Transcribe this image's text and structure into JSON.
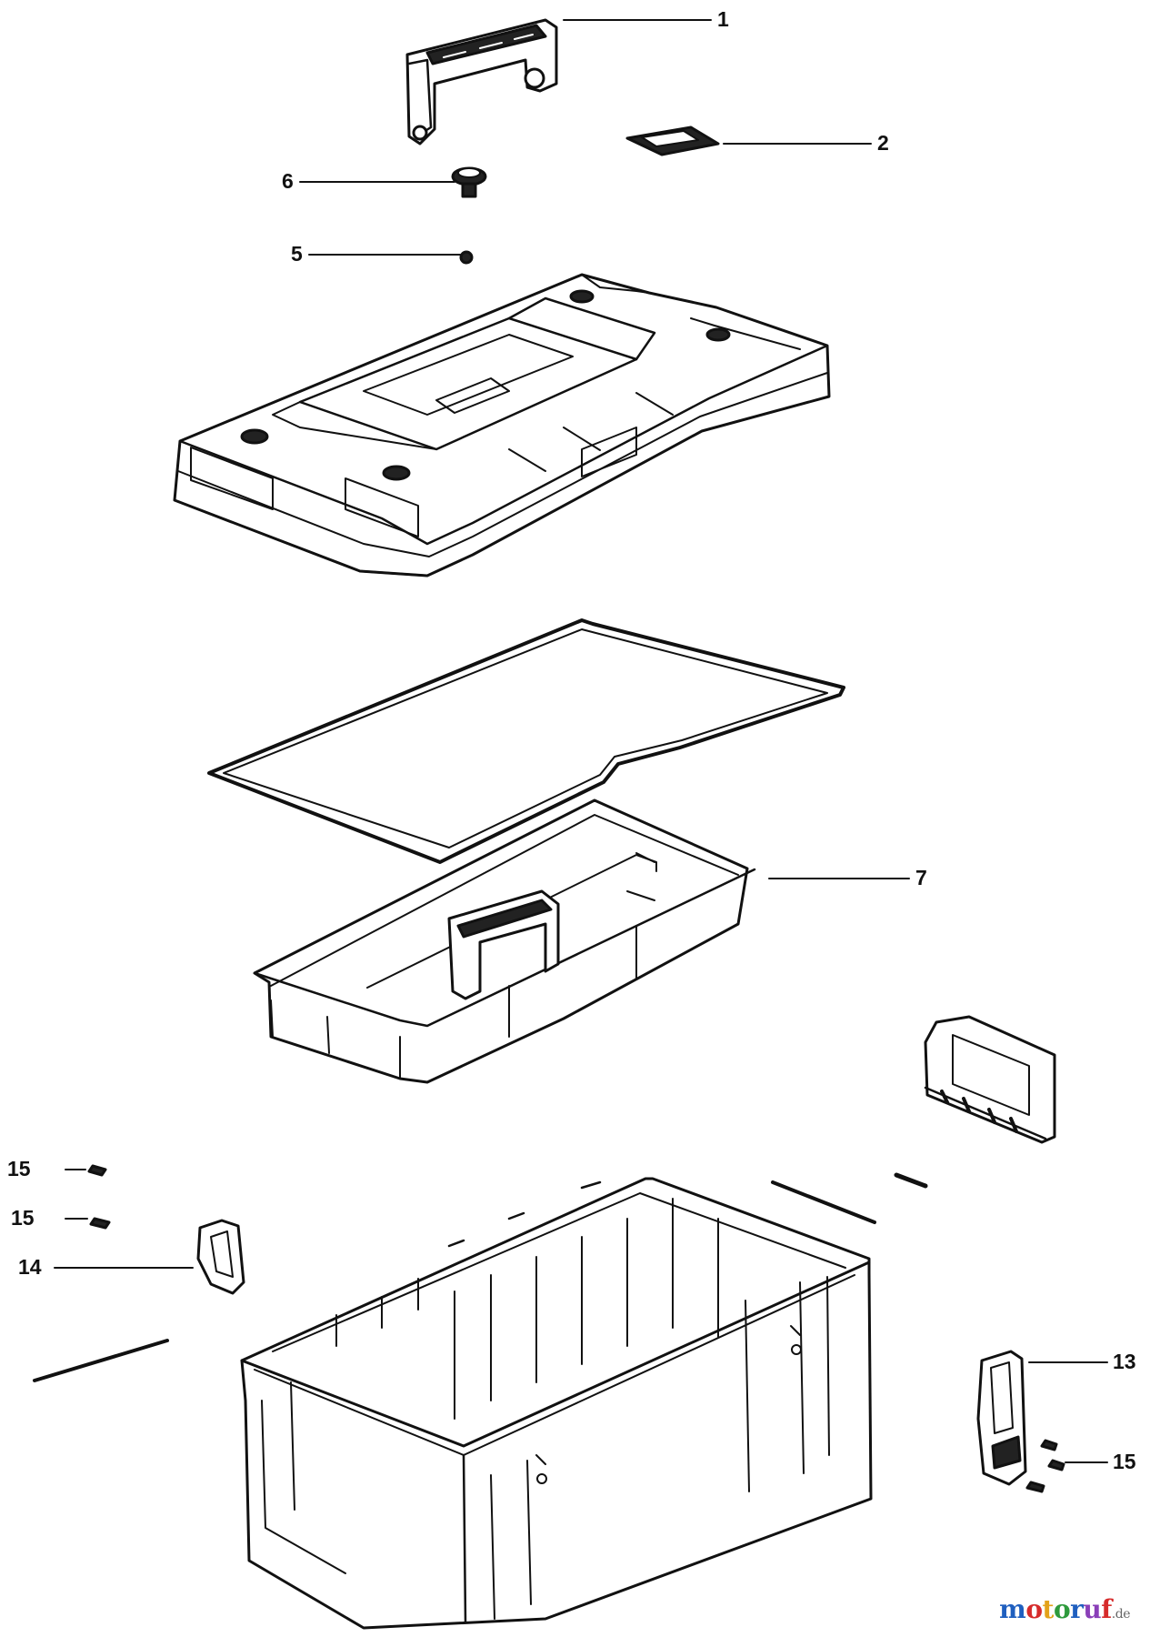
{
  "callouts": {
    "c1": "1",
    "c2": "2",
    "c5": "5",
    "c6": "6",
    "c7": "7",
    "c13": "13",
    "c14": "14",
    "c15a": "15",
    "c15b": "15",
    "c15c": "15"
  },
  "watermark": {
    "brand": "motoruf",
    "tld": ".de",
    "colors": [
      "#1f5fbf",
      "#d62b2b",
      "#e3a21a",
      "#2e9a3c",
      "#1f5fbf",
      "#8a3fb8",
      "#d62b2b"
    ]
  }
}
